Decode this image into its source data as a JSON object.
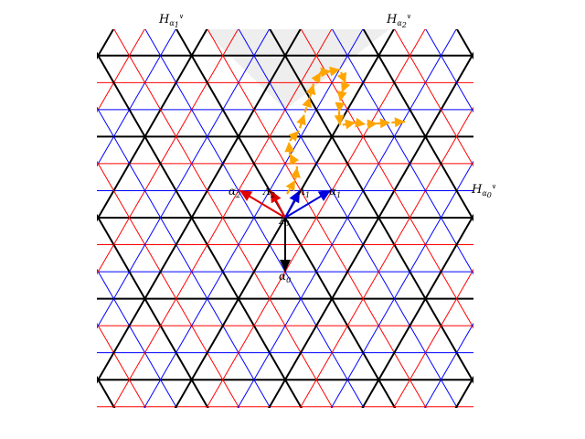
{
  "labels": {
    "h_alpha1": {
      "base": "H",
      "sub": "α",
      "subsub": "1",
      "sup": "∨"
    },
    "h_alpha2": {
      "base": "H",
      "sub": "α",
      "subsub": "2",
      "sup": "∨"
    },
    "h_alpha0": {
      "base": "H",
      "sub": "α",
      "subsub": "0",
      "sup": "∨"
    },
    "alpha0": {
      "base": "α",
      "sub": "0"
    },
    "alpha1": {
      "base": "α",
      "sub": "1"
    },
    "alpha2": {
      "base": "α",
      "sub": "2"
    },
    "lambda1": {
      "base": "Λ",
      "sub": "1"
    },
    "lambda2": {
      "base": "Λ",
      "sub": "2"
    },
    "origin": {
      "text": "λ",
      "sub": "0"
    }
  },
  "colors": {
    "grid_black": "#000000",
    "grid_red": "#ff0000",
    "grid_blue": "#0000ff",
    "path": "#ffa500",
    "shade": "#eeeeee",
    "arrow_red": "#e00000",
    "arrow_blue": "#0000dd",
    "arrow_black": "#000000"
  }
}
